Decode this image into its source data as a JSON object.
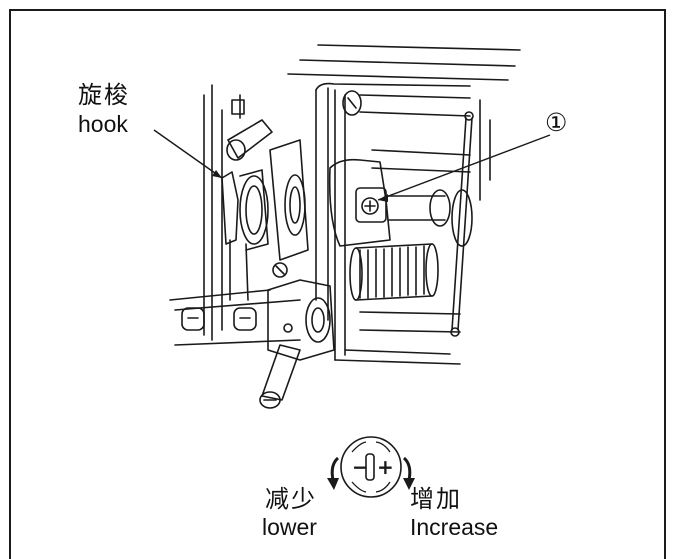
{
  "labels": {
    "hook_cn": "旋梭",
    "hook_en": "hook",
    "callout_number": "①",
    "decrease_cn": "减少",
    "decrease_en": "lower",
    "increase_cn": "增加",
    "increase_en": "Increase"
  },
  "dial": {
    "minus_symbol": "−",
    "plus_symbol": "+"
  },
  "colors": {
    "line": "#1a1a1a",
    "background": "#ffffff"
  },
  "icons": {
    "left_arrow": "counterclockwise-arrow-icon",
    "right_arrow": "clockwise-arrow-icon",
    "dial": "adjustment-dial-icon"
  }
}
